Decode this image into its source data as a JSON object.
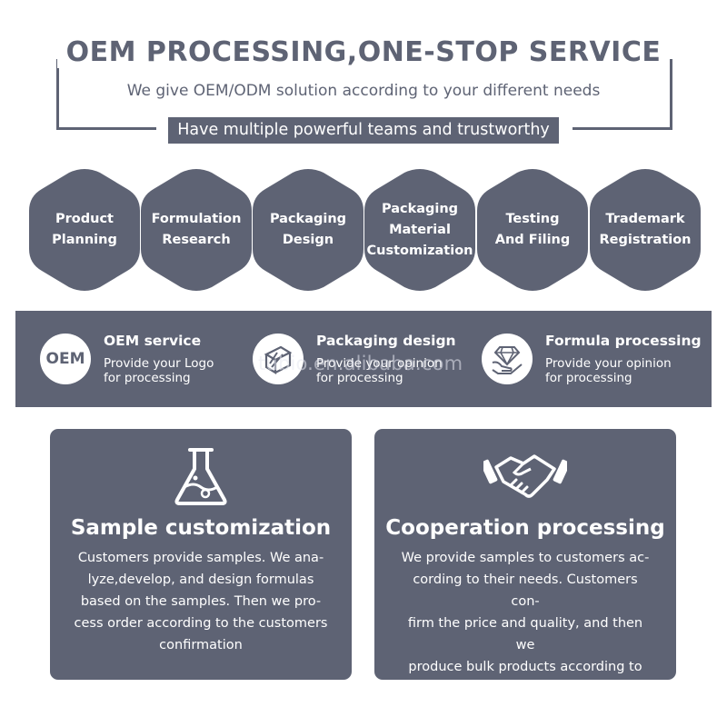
{
  "header": {
    "title": "OEM PROCESSING,ONE-STOP SERVICE",
    "subtitle": "We give OEM/ODM solution according to your different needs",
    "band": "Have multiple powerful teams and trustworthy"
  },
  "hexagons": [
    {
      "label": "Product\nPlanning"
    },
    {
      "label": "Formulation\nResearch"
    },
    {
      "label": "Packaging\nDesign"
    },
    {
      "label": "Packaging\nMaterial\nCustomization"
    },
    {
      "label": "Testing\nAnd Filing"
    },
    {
      "label": "Trademark\nRegistration"
    }
  ],
  "services": [
    {
      "icon_text": "OEM",
      "title": "OEM service",
      "desc": "Provide your Logo\nfor processing"
    },
    {
      "icon": "packaging-box-icon",
      "title": "Packaging design",
      "desc": "Provide your opinion\nfor processing"
    },
    {
      "icon": "diamond-hand-icon",
      "title": "Formula processing",
      "desc": "Provide your opinion\nfor processing"
    }
  ],
  "watermark": "tubio.en.alibaba.com",
  "cards": [
    {
      "icon": "flask-icon",
      "title": "Sample customization",
      "text": "Customers provide samples. We ana-\nlyze,develop, and design formulas\nbased on the samples. Then we pro-\ncess order according to the customers\nconfirmation"
    },
    {
      "icon": "handshake-icon",
      "title": "Cooperation processing",
      "text": "We provide samples to customers ac-\ncording to their needs. Customers con-\nfirm the price and quality, and then we\nproduce bulk products according to\nthe customers order."
    }
  ],
  "colors": {
    "primary": "#5e6374",
    "background": "#ffffff",
    "text_light": "#ffffff"
  }
}
